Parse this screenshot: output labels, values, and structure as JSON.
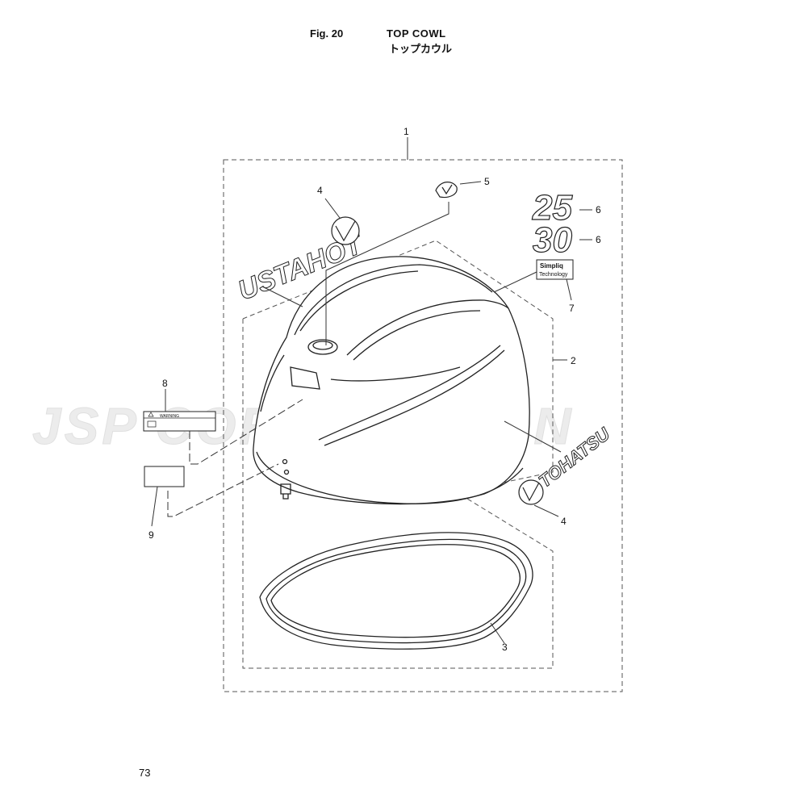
{
  "header": {
    "fig_label": "Fig. 20",
    "title_en": "TOP COWL",
    "title_jp": "トップカウル"
  },
  "page_number": "73",
  "watermark": "JSP CORPORATION",
  "callouts": {
    "c1": "1",
    "c2": "2",
    "c3": "3",
    "c4a": "4",
    "c4b": "4",
    "c5": "5",
    "c6a": "6",
    "c6b": "6",
    "c7": "7",
    "c8": "8",
    "c9": "9"
  },
  "decals": {
    "brand_mirrored": "USTAHOT",
    "brand": "TOHATSU",
    "model_25": "25",
    "model_30": "30",
    "simpliq_line1": "Simpliq",
    "simpliq_line2": "Technology",
    "warning_label": "WARNING"
  }
}
